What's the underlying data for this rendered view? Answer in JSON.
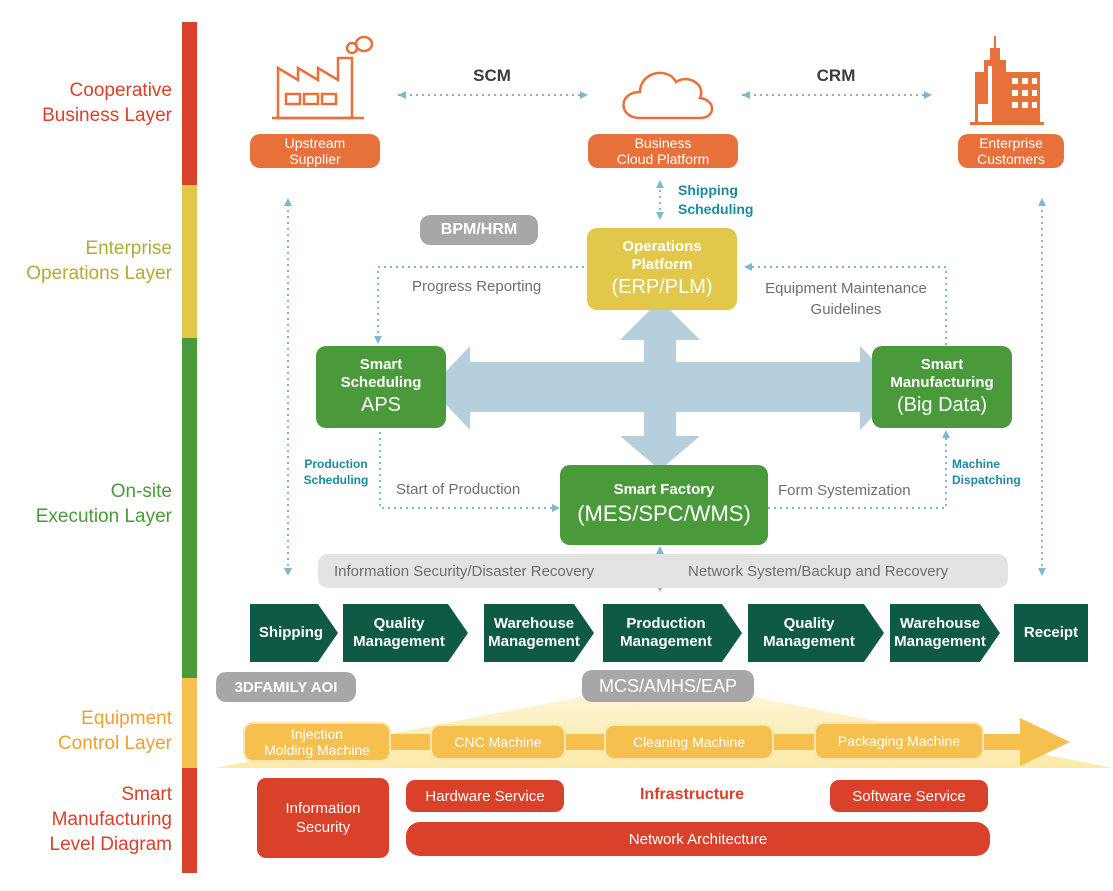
{
  "layers": [
    {
      "label": "Cooperative\nBusiness Layer",
      "color": "#d9412b"
    },
    {
      "label": "Enterprise\nOperations Layer",
      "color": "#b5a93a"
    },
    {
      "label": "On-site\nExecution Layer",
      "color": "#4a9a3c"
    },
    {
      "label": "Equipment\nControl Layer",
      "color": "#f0a030"
    },
    {
      "label": "Smart\nManufacturing\nLevel Diagram",
      "color": "#d9412b"
    }
  ],
  "bar_colors": [
    "#d9412b",
    "#e2c84a",
    "#4a9a3c",
    "#f6c04e",
    "#d9412b"
  ],
  "business": {
    "supplier": "Upstream\nSupplier",
    "cloud": "Business\nCloud Platform",
    "customers": "Enterprise\nCustomers",
    "scm": "SCM",
    "crm": "CRM",
    "orange": "#e8703b"
  },
  "operations": {
    "shipping_scheduling": "Shipping\nScheduling",
    "bpm": "BPM/HRM",
    "platform_title": "Operations\nPlatform",
    "platform_sub": "(ERP/PLM)",
    "progress_reporting": "Progress Reporting",
    "equipment_guidelines": "Equipment Maintenance\nGuidelines",
    "yellow": "#e2c84a"
  },
  "execution": {
    "aps_title": "Smart\nScheduling",
    "aps_sub": "APS",
    "bigdata_title": "Smart\nManufacturing",
    "bigdata_sub": "(Big Data)",
    "factory_title": "Smart Factory",
    "factory_sub": "(MES/SPC/WMS)",
    "production_scheduling": "Production\nScheduling",
    "machine_dispatching": "Machine\nDispatching",
    "start_of_production": "Start of Production",
    "form_systemization": "Form Systemization",
    "security_left": "Information Security/Disaster Recovery",
    "security_right": "Network System/Backup and Recovery",
    "green": "#4a9a3c"
  },
  "process_steps": [
    "Shipping",
    "Quality\nManagement",
    "Warehouse\nManagement",
    "Production\nManagement",
    "Quality\nManagement",
    "Warehouse\nManagement",
    "Receipt"
  ],
  "process_color": "#0f5a44",
  "equipment": {
    "aoi": "3DFAMILY AOI",
    "mcs": "MCS/AMHS/EAP",
    "machines": [
      "Injection\nMolding Machine",
      "CNC Machine",
      "Cleaning Machine",
      "Packaging Machine"
    ]
  },
  "infrastructure": {
    "info_security": "Information\nSecurity",
    "hardware": "Hardware Service",
    "title": "Infrastructure",
    "software": "Software Service",
    "network": "Network Architecture",
    "red": "#d9412b"
  },
  "icons": [
    "factory-icon",
    "cloud-icon",
    "office-building-icon",
    "double-arrow-icon",
    "cross-arrow-icon",
    "conveyor-arrow-icon"
  ]
}
